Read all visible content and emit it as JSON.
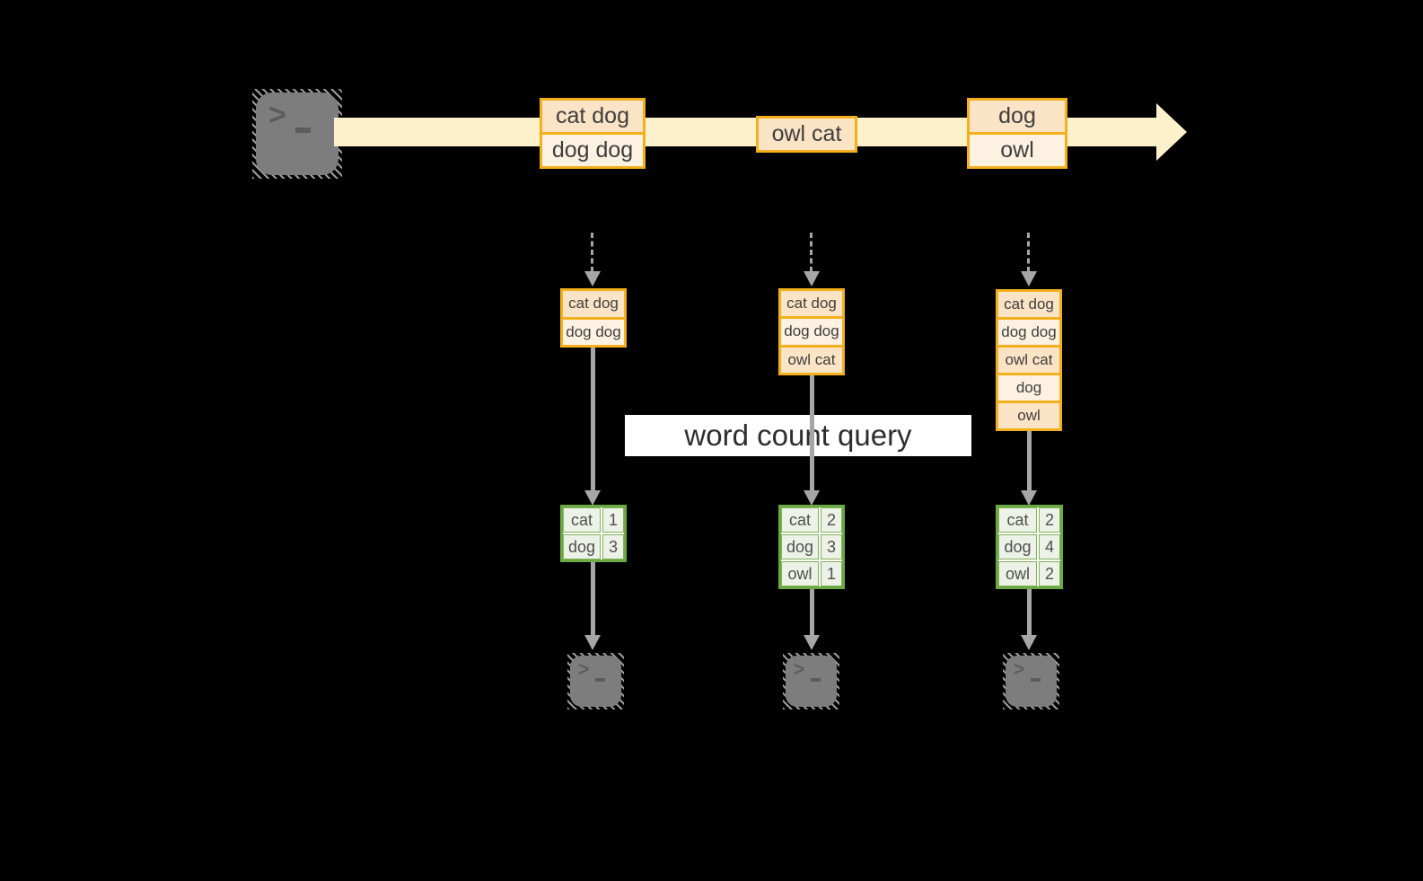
{
  "query_label": "word count query",
  "icons": {
    "prompt_chevron": ">",
    "terminal_icon": "terminal-icon",
    "stream_arrow_icon": "right-arrow"
  },
  "stream": {
    "batches": [
      {
        "rows": [
          "cat dog",
          "dog dog"
        ]
      },
      {
        "rows": [
          "owl cat"
        ]
      },
      {
        "rows": [
          "dog",
          "owl"
        ]
      }
    ]
  },
  "columns": [
    {
      "stack": [
        "cat dog",
        "dog dog"
      ],
      "counts": [
        [
          "cat",
          "1"
        ],
        [
          "dog",
          "3"
        ]
      ]
    },
    {
      "stack": [
        "cat dog",
        "dog dog",
        "owl cat"
      ],
      "counts": [
        [
          "cat",
          "2"
        ],
        [
          "dog",
          "3"
        ],
        [
          "owl",
          "1"
        ]
      ]
    },
    {
      "stack": [
        "cat dog",
        "dog dog",
        "owl cat",
        "dog",
        "owl"
      ],
      "counts": [
        [
          "cat",
          "2"
        ],
        [
          "dog",
          "4"
        ],
        [
          "owl",
          "2"
        ]
      ]
    }
  ],
  "colors": {
    "background": "#000000",
    "stream_band": "#fcf1ca",
    "box_border": "#f3b01c",
    "row_fill_dark": "#fbe3c6",
    "row_fill_light": "#fdf2e2",
    "table_border": "#6ca844",
    "table_cell_fill": "#edf2e8",
    "arrow_gray": "#a6a6a6",
    "terminal_fill": "#7d7d7d",
    "label_bg": "#ffffff"
  }
}
